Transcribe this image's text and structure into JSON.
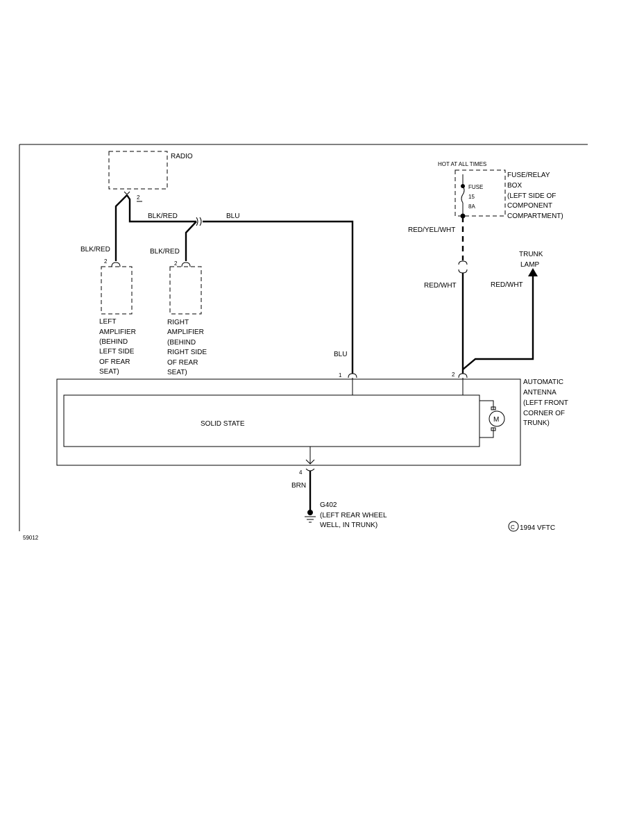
{
  "radio": {
    "label": "RADIO",
    "pin": "2"
  },
  "wires": {
    "blk_red_left": "BLK/RED",
    "blk_red_top": "BLK/RED",
    "blk_red_right": "BLK/RED",
    "blu_top": "BLU",
    "blu_lower": "BLU",
    "red_yel_wht": "RED/YEL/WHT",
    "red_wht_left": "RED/WHT",
    "red_wht_right": "RED/WHT",
    "brn": "BRN"
  },
  "left_amplifier": {
    "pin": "2",
    "label_lines": [
      "LEFT",
      "AMPLIFIER",
      "(BEHIND",
      "LEFT SIDE",
      "OF REAR",
      "SEAT)"
    ]
  },
  "right_amplifier": {
    "pin": "2",
    "label_lines": [
      "RIGHT",
      "AMPLIFIER",
      "(BEHIND",
      "RIGHT SIDE",
      "OF REAR",
      "SEAT)"
    ]
  },
  "fuse_box": {
    "hot_label": "HOT AT ALL TIMES",
    "fuse_label": "FUSE",
    "fuse_number": "15",
    "fuse_rating": "8A",
    "label_lines": [
      "FUSE/RELAY",
      "BOX",
      "(LEFT SIDE OF",
      "COMPONENT",
      "COMPARTMENT)"
    ]
  },
  "trunk_lamp": {
    "label_lines": [
      "TRUNK",
      "LAMP"
    ]
  },
  "antenna": {
    "pin1": "1",
    "pin2": "2",
    "pin4": "4",
    "module_label": "SOLID STATE",
    "motor_label": "M",
    "label_lines": [
      "AUTOMATIC",
      "ANTENNA",
      "(LEFT FRONT",
      "CORNER OF",
      "TRUNK)"
    ]
  },
  "ground": {
    "label_lines": [
      "G402",
      "(LEFT REAR WHEEL",
      "WELL, IN TRUNK)"
    ]
  },
  "copyright": {
    "symbol": "C",
    "text": "1994 VFTC"
  },
  "figure_id": "59012"
}
